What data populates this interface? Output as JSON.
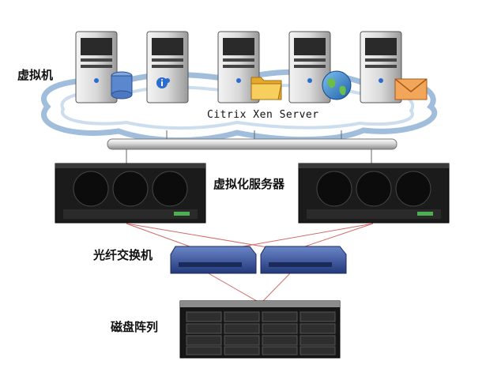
{
  "labels": {
    "virtual_machines": "虚拟机",
    "hypervisor": "Citrix Xen Server",
    "virtualization_servers": "虚拟化服务器",
    "fc_switch": "光纤交换机",
    "disk_array": "磁盘阵列"
  },
  "vms": [
    {
      "icon": "database-icon"
    },
    {
      "icon": "info-icon"
    },
    {
      "icon": "folder-icon"
    },
    {
      "icon": "globe-icon"
    },
    {
      "icon": "mail-icon"
    }
  ],
  "colors": {
    "cloud": "#8fb2d6",
    "fc_link": "#d46a6a",
    "server_body": "#1b1b1b",
    "switch_body": "#3a5aa8"
  }
}
